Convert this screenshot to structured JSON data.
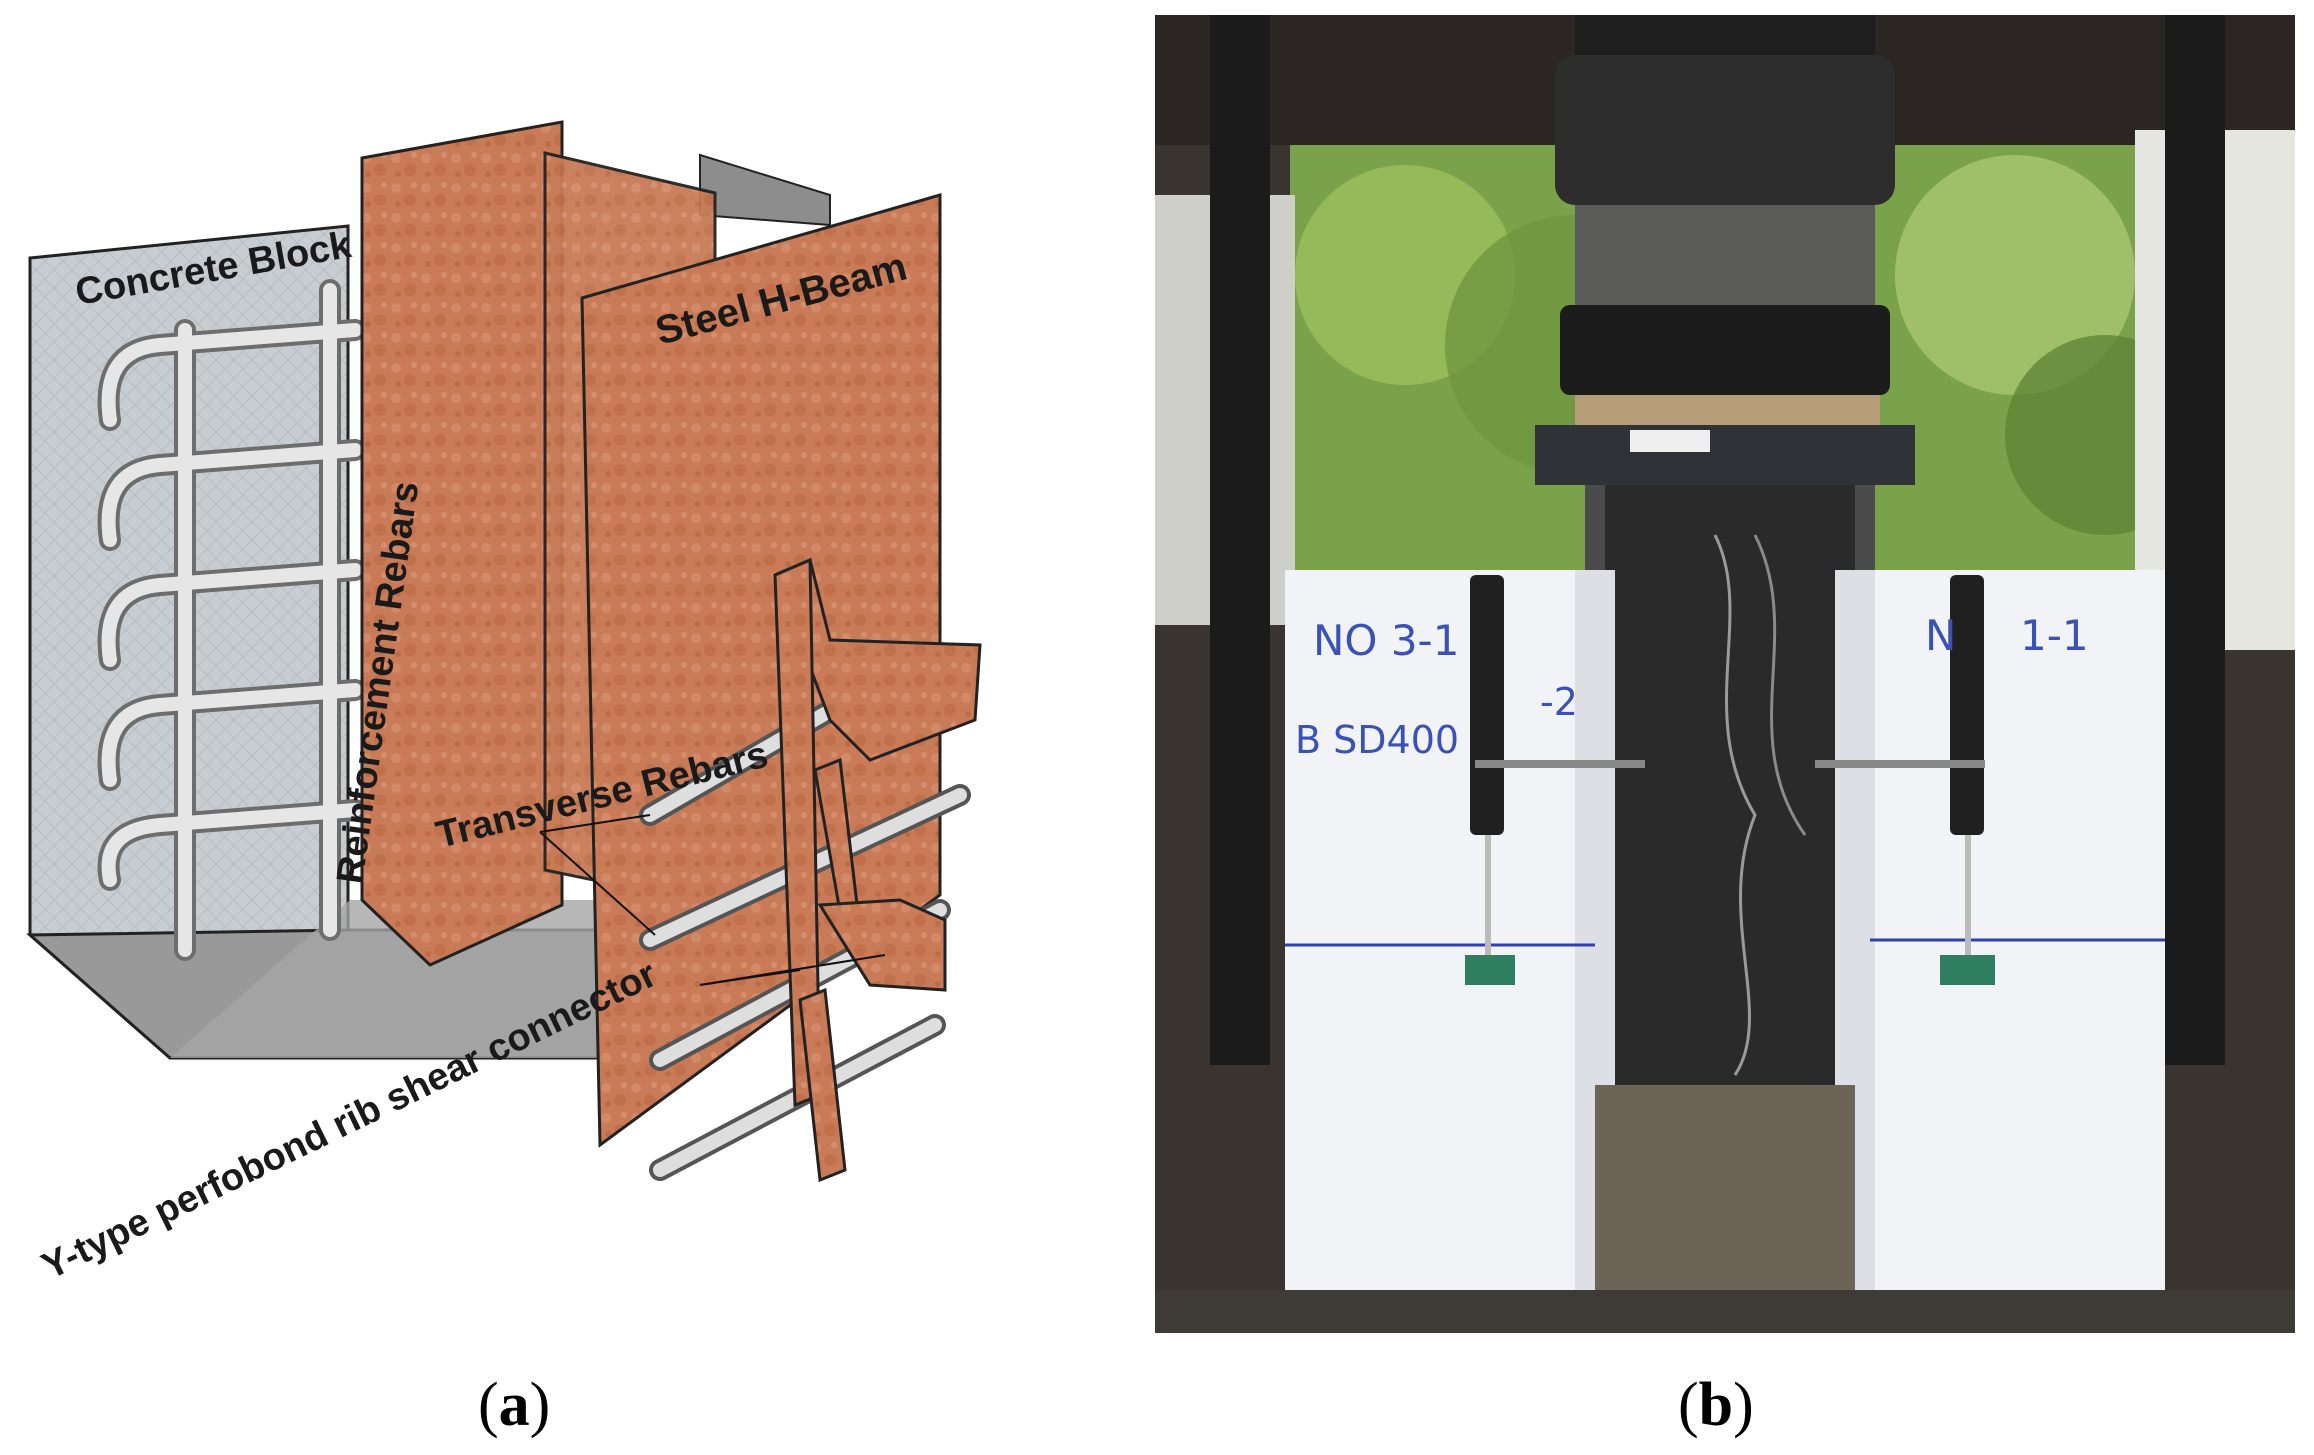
{
  "diagram": {
    "labels": {
      "concrete_block": "Concrete Block",
      "steel_h_beam": "Steel H-Beam",
      "reinforcement_rebars": "Reinforcement Rebars",
      "transverse_rebars": "Transverse Rebars",
      "shear_connector": "Y-type perfobond rib shear connector"
    }
  },
  "photo": {
    "left_block_line1": "NO 3-1",
    "left_block_line2": "B SD400",
    "left_block_line2_tail": "-2",
    "right_block_line1": "N",
    "right_block_line1_tail": "1-1"
  },
  "captions": {
    "a_open": "(",
    "a_letter": "a",
    "a_close": ")",
    "b_open": "(",
    "b_letter": "b",
    "b_close": ")"
  },
  "colors": {
    "concrete": "#c7ccd0",
    "steel": "#c97a56",
    "rebar": "#e6e6e6",
    "photo_block": "#f2f3f6"
  }
}
